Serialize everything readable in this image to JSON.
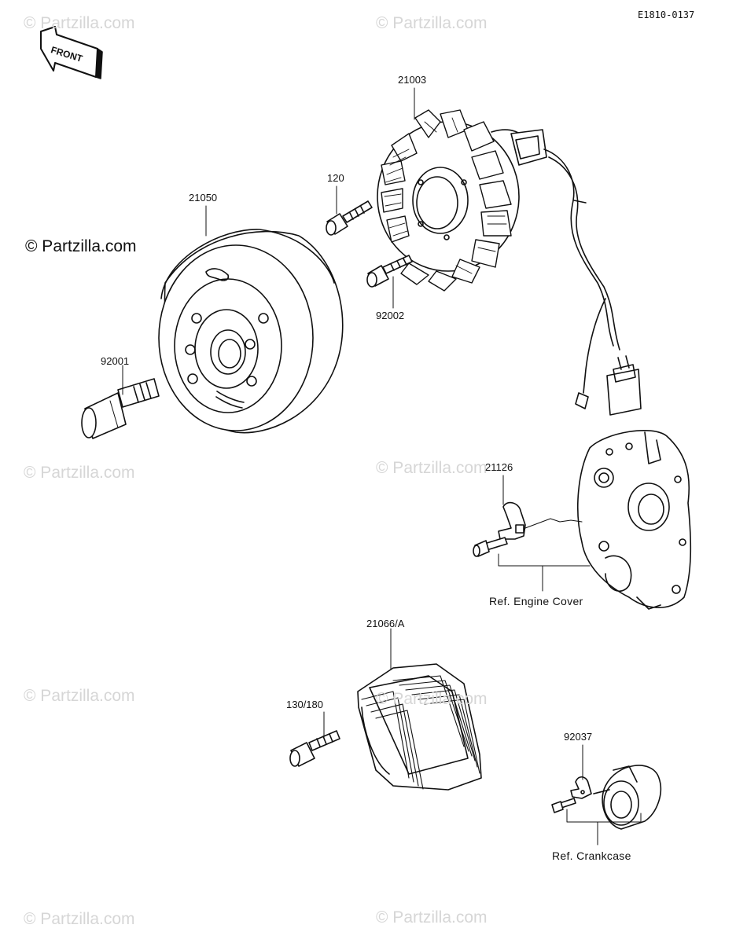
{
  "diagram_code": "E1810-0137",
  "front_label": "FRONT",
  "main_watermark": "© Partzilla.com",
  "watermark_text": "© Partzilla.com",
  "parts": {
    "p21003": "21003",
    "p120": "120",
    "p21050": "21050",
    "p92002": "92002",
    "p92001": "92001",
    "p21126": "21126",
    "p21066": "21066/A",
    "p130_180": "130/180",
    "p92037": "92037"
  },
  "references": {
    "engine_cover": "Ref. Engine Cover",
    "crankcase": "Ref. Crankcase"
  },
  "colors": {
    "ink": "#111111",
    "watermark": "#d6d6d6"
  }
}
